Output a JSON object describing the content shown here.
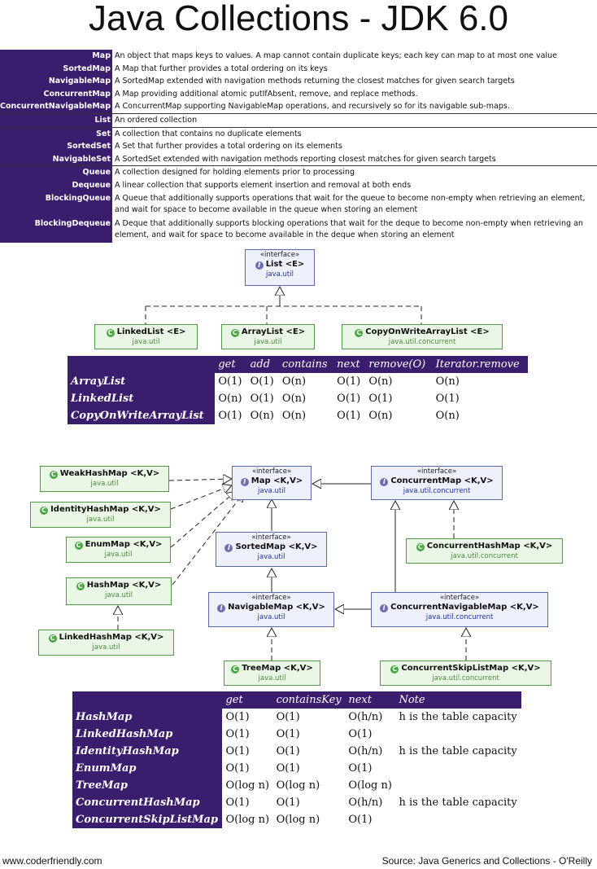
{
  "title": "Java Collections - JDK 6.0",
  "glossary": [
    {
      "name": "Map",
      "desc": "An object that maps keys to values. A map cannot contain duplicate keys; each key can map to at most one value"
    },
    {
      "name": "SortedMap",
      "desc": "A Map that further provides a total ordering on its keys"
    },
    {
      "name": "NavigableMap",
      "desc": "A SortedMap extended with navigation methods returning the closest matches for given search targets"
    },
    {
      "name": "ConcurrentMap",
      "desc": "A Map providing additional atomic putIfAbsent, remove, and replace methods."
    },
    {
      "name": "ConcurrentNavigableMap",
      "desc": "A ConcurrentMap supporting NavigableMap operations, and recursively so for its navigable sub-maps."
    },
    {
      "name": "List",
      "desc": "An ordered collection"
    },
    {
      "name": "Set",
      "desc": "A collection that contains no duplicate elements"
    },
    {
      "name": "SortedSet",
      "desc": "A Set that further provides a total ordering on its elements"
    },
    {
      "name": "NavigableSet",
      "desc": "A SortedSet extended with navigation methods reporting closest matches for given search targets"
    },
    {
      "name": "Queue",
      "desc": "A collection designed for holding elements prior to processing"
    },
    {
      "name": "Dequeue",
      "desc": "A linear collection that supports element insertion and removal at both ends"
    },
    {
      "name": "BlockingQueue",
      "desc": "A Queue that additionally supports operations that wait for the queue to become non-empty when retrieving an element, and wait for space to become available in the queue when storing an element"
    },
    {
      "name": "BlockingDequeue",
      "desc": "A Deque that additionally supports blocking operations that wait for the deque to become non-empty when retrieving an element, and wait for space to become available in the deque when storing an element"
    }
  ],
  "stereotype": "«interface»",
  "list_diagram": {
    "list": {
      "name": "List <E>",
      "pkg": "java.util"
    },
    "linkedlist": {
      "name": "LinkedList <E>",
      "pkg": "java.util"
    },
    "arraylist": {
      "name": "ArrayList <E>",
      "pkg": "java.util"
    },
    "cowal": {
      "name": "CopyOnWriteArrayList <E>",
      "pkg": "java.util.concurrent"
    }
  },
  "list_table": {
    "headers": [
      "get",
      "add",
      "contains",
      "next",
      "remove(O)",
      "Iterator.remove"
    ],
    "rows": [
      {
        "name": "ArrayList",
        "cells": [
          "O(1)",
          "O(1)",
          "O(n)",
          "O(1)",
          "O(n)",
          "O(n)"
        ]
      },
      {
        "name": "LinkedList",
        "cells": [
          "O(n)",
          "O(1)",
          "O(n)",
          "O(1)",
          "O(1)",
          "O(1)"
        ]
      },
      {
        "name": "CopyOnWriteArrayList",
        "cells": [
          "O(1)",
          "O(n)",
          "O(n)",
          "O(1)",
          "O(n)",
          "O(n)"
        ]
      }
    ]
  },
  "map_diagram": {
    "map": {
      "name": "Map <K,V>",
      "pkg": "java.util"
    },
    "concurrentmap": {
      "name": "ConcurrentMap <K,V>",
      "pkg": "java.util.concurrent"
    },
    "sortedmap": {
      "name": "SortedMap <K,V>",
      "pkg": "java.util"
    },
    "navigablemap": {
      "name": "NavigableMap <K,V>",
      "pkg": "java.util"
    },
    "cnm": {
      "name": "ConcurrentNavigableMap <K,V>",
      "pkg": "java.util.concurrent"
    },
    "weakhashmap": {
      "name": "WeakHashMap <K,V>",
      "pkg": "java.util"
    },
    "identityhashmap": {
      "name": "IdentityHashMap <K,V>",
      "pkg": "java.util"
    },
    "enummap": {
      "name": "EnumMap <K,V>",
      "pkg": "java.util"
    },
    "hashmap": {
      "name": "HashMap <K,V>",
      "pkg": "java.util"
    },
    "linkedhashmap": {
      "name": "LinkedHashMap <K,V>",
      "pkg": "java.util"
    },
    "treemap": {
      "name": "TreeMap <K,V>",
      "pkg": "java.util"
    },
    "chm": {
      "name": "ConcurrentHashMap <K,V>",
      "pkg": "java.util.concurrent"
    },
    "cslm": {
      "name": "ConcurrentSkipListMap <K,V>",
      "pkg": "java.util.concurrent"
    }
  },
  "map_table": {
    "headers": [
      "get",
      "containsKey",
      "next",
      "Note"
    ],
    "rows": [
      {
        "name": "HashMap",
        "cells": [
          "O(1)",
          "O(1)",
          "O(h/n)",
          "h is the table capacity"
        ]
      },
      {
        "name": "LinkedHashMap",
        "cells": [
          "O(1)",
          "O(1)",
          "O(1)",
          ""
        ]
      },
      {
        "name": "IdentityHashMap",
        "cells": [
          "O(1)",
          "O(1)",
          "O(h/n)",
          "h is the table capacity"
        ]
      },
      {
        "name": "EnumMap",
        "cells": [
          "O(1)",
          "O(1)",
          "O(1)",
          ""
        ]
      },
      {
        "name": "TreeMap",
        "cells": [
          "O(log n)",
          "O(log n)",
          "O(log n)",
          ""
        ]
      },
      {
        "name": "ConcurrentHashMap",
        "cells": [
          "O(1)",
          "O(1)",
          "O(h/n)",
          "h is the table capacity"
        ]
      },
      {
        "name": "ConcurrentSkipListMap",
        "cells": [
          "O(log n)",
          "O(log n)",
          "O(1)",
          ""
        ]
      }
    ]
  },
  "footer": {
    "left": "www.coderfriendly.com",
    "right": "Source: Java Generics and Collections - O'Reilly"
  },
  "colors": {
    "header_bg": "#3b1d6e",
    "interface_border": "#5a6aa8",
    "class_border": "#4f9a48"
  }
}
